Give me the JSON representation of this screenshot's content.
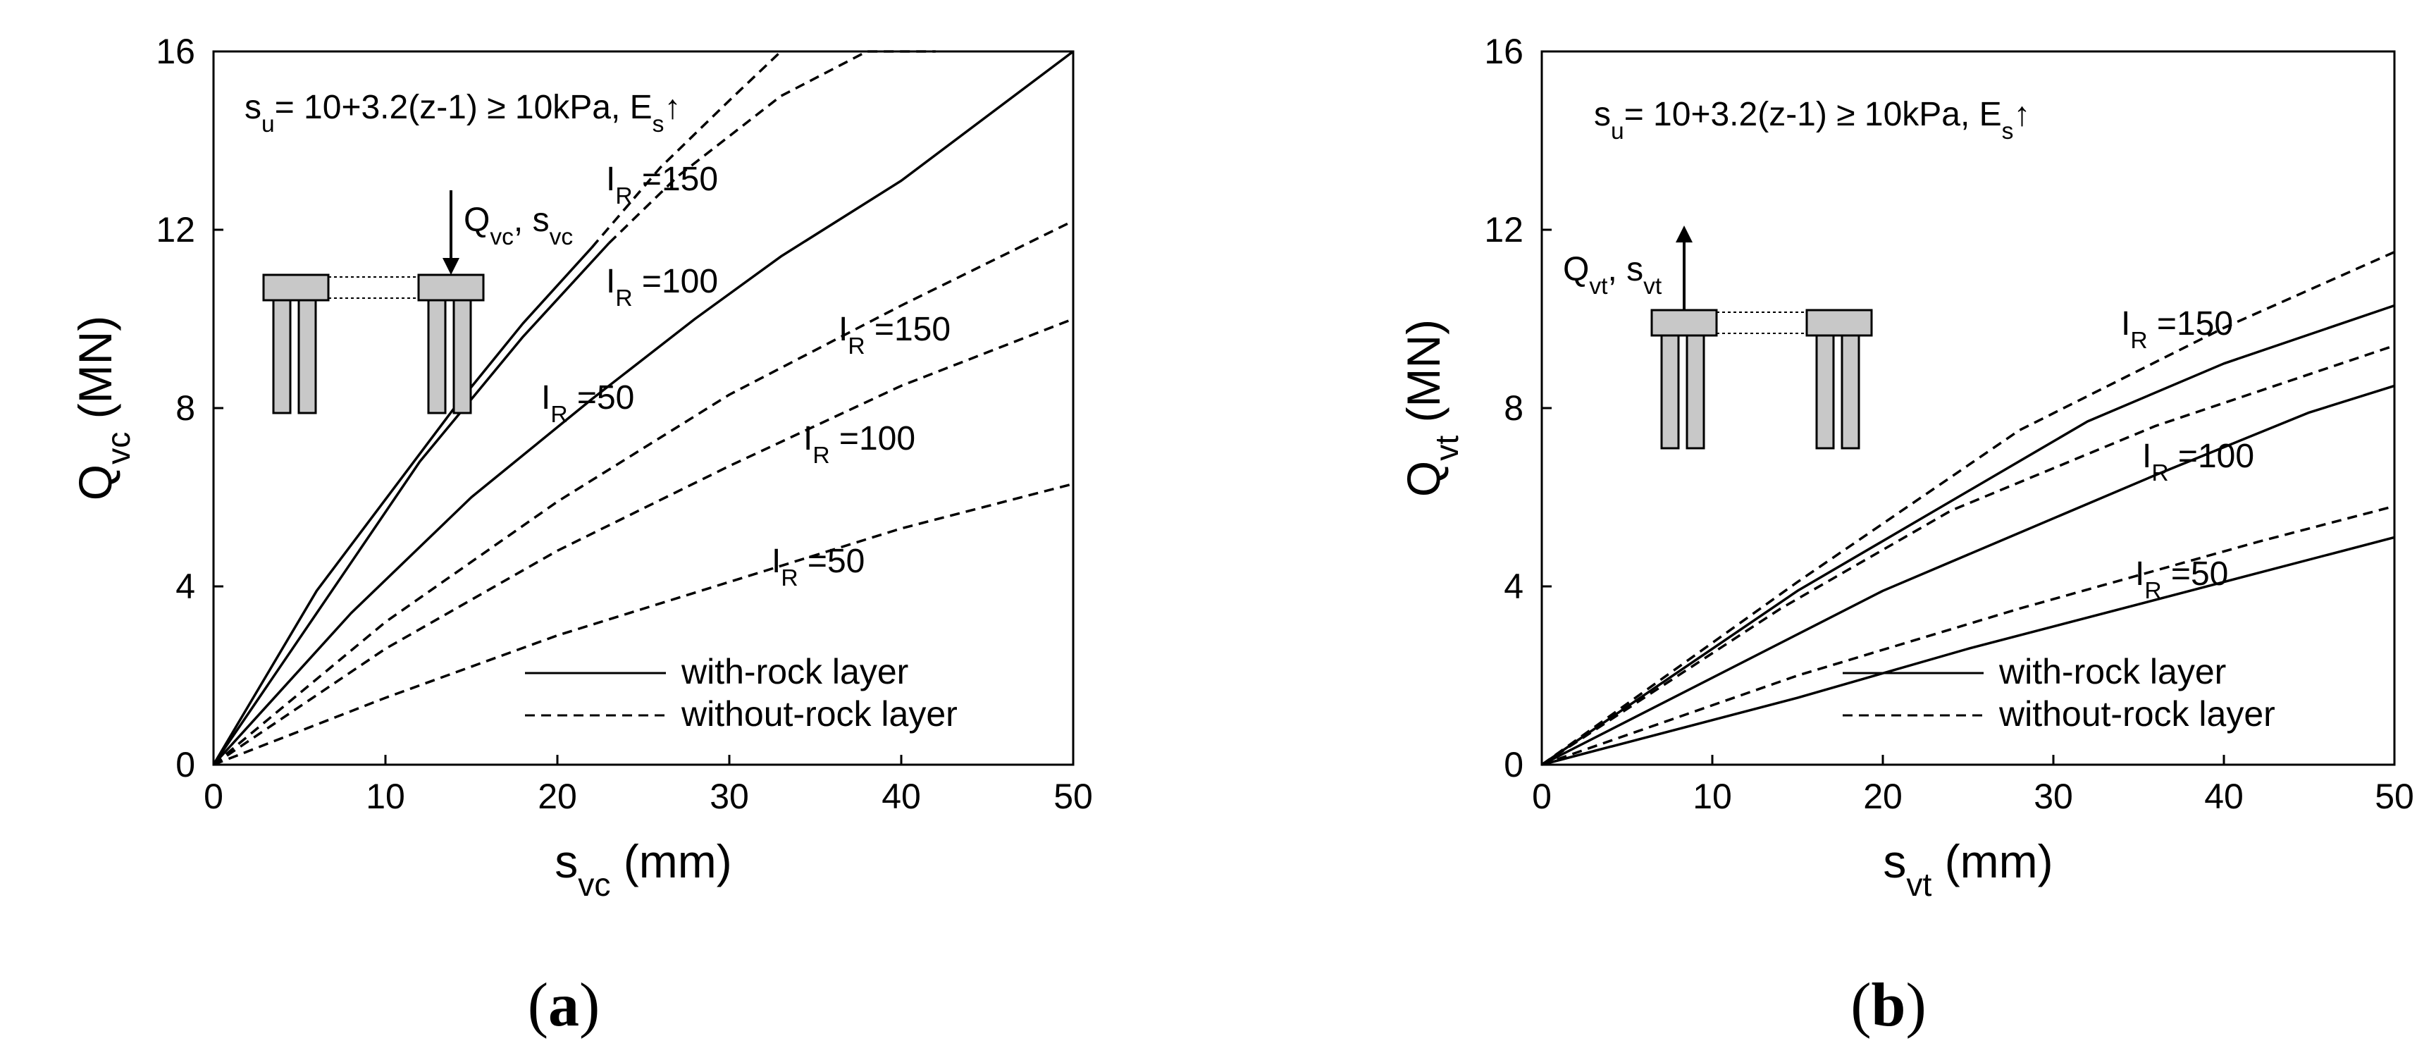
{
  "chart_data": [
    {
      "type": "line",
      "panel_label": "a",
      "annotation": {
        "base": "s",
        "base_sub": "u",
        "mid": "= 10+3.2(z-1) ≥ 10kPa, E",
        "end_sub": "s",
        "arrow": "↑"
      },
      "xlabel": {
        "base": "s",
        "sub": "vc",
        "unit": "(mm)"
      },
      "ylabel": {
        "base": "Q",
        "sub": "vc",
        "unit": "(MN)"
      },
      "xlim": [
        0,
        50
      ],
      "ylim": [
        0,
        16
      ],
      "xticks": [
        "0",
        "10",
        "20",
        "30",
        "40",
        "50"
      ],
      "yticks": [
        "0",
        "4",
        "8",
        "12",
        "16"
      ],
      "grid": false,
      "inset": {
        "force": "Q",
        "force_sub": "vc",
        "disp": "s",
        "disp_sub": "vc",
        "direction": "down"
      },
      "legend": {
        "position": "bottom-right",
        "entries": [
          {
            "label": "with-rock layer",
            "style": "solid"
          },
          {
            "label": "without-rock layer",
            "style": "dashed"
          }
        ]
      },
      "series": [
        {
          "style": "solid",
          "label": {
            "base": "I",
            "sub": "R",
            "val": "=150"
          },
          "x": [
            0,
            6,
            14,
            18,
            22
          ],
          "y": [
            0,
            3.9,
            8.0,
            9.9,
            11.6
          ]
        },
        {
          "style": "dashed",
          "x": [
            22,
            26,
            30,
            33
          ],
          "y": [
            11.6,
            13.4,
            14.9,
            16.0
          ]
        },
        {
          "style": "solid",
          "label": {
            "base": "I",
            "sub": "R",
            "val": "=100"
          },
          "x": [
            0,
            6,
            12,
            18,
            23
          ],
          "y": [
            0,
            3.4,
            6.8,
            9.6,
            11.7
          ]
        },
        {
          "style": "dashed",
          "x": [
            23,
            27,
            33,
            38,
            42
          ],
          "y": [
            11.7,
            13.2,
            15.0,
            16.0,
            16.0
          ]
        },
        {
          "style": "solid",
          "label": {
            "base": "I",
            "sub": "R",
            "val": "=50"
          },
          "x": [
            0,
            8,
            15,
            22,
            28,
            33,
            40,
            50
          ],
          "y": [
            0,
            3.4,
            6.0,
            8.2,
            10.0,
            11.4,
            13.1,
            16.0
          ]
        },
        {
          "style": "dashed",
          "label": {
            "base": "I",
            "sub": "R",
            "val": "=150"
          },
          "x": [
            0,
            10,
            20,
            30,
            40,
            50
          ],
          "y": [
            0,
            3.2,
            5.9,
            8.3,
            10.3,
            12.2
          ]
        },
        {
          "style": "dashed",
          "label": {
            "base": "I",
            "sub": "R",
            "val": "=100"
          },
          "x": [
            0,
            10,
            20,
            30,
            40,
            50
          ],
          "y": [
            0,
            2.6,
            4.8,
            6.7,
            8.5,
            10.0
          ]
        },
        {
          "style": "dashed",
          "label": {
            "base": "I",
            "sub": "R",
            "val": "=50"
          },
          "x": [
            0,
            10,
            20,
            30,
            40,
            50
          ],
          "y": [
            0,
            1.5,
            2.9,
            4.1,
            5.3,
            6.3
          ]
        }
      ]
    },
    {
      "type": "line",
      "panel_label": "b",
      "annotation": {
        "base": "s",
        "base_sub": "u",
        "mid": "= 10+3.2(z-1) ≥ 10kPa, E",
        "end_sub": "s",
        "arrow": "↑"
      },
      "xlabel": {
        "base": "s",
        "sub": "vt",
        "unit": "(mm)"
      },
      "ylabel": {
        "base": "Q",
        "sub": "vt",
        "unit": "(MN)"
      },
      "xlim": [
        0,
        50
      ],
      "ylim": [
        0,
        16
      ],
      "xticks": [
        "0",
        "10",
        "20",
        "30",
        "40",
        "50"
      ],
      "yticks": [
        "0",
        "4",
        "8",
        "12",
        "16"
      ],
      "grid": false,
      "inset": {
        "force": "Q",
        "force_sub": "vt",
        "disp": "s",
        "disp_sub": "vt",
        "direction": "up"
      },
      "legend": {
        "position": "bottom-right",
        "entries": [
          {
            "label": "with-rock layer",
            "style": "solid"
          },
          {
            "label": "without-rock layer",
            "style": "dashed"
          }
        ]
      },
      "series": [
        {
          "style": "solid",
          "label": {
            "base": "I",
            "sub": "R",
            "val": "=150"
          },
          "x": [
            0,
            15,
            32,
            40,
            50
          ],
          "y": [
            0,
            3.9,
            7.7,
            9.0,
            10.3
          ]
        },
        {
          "style": "dashed",
          "x": [
            0,
            15,
            28,
            40,
            50
          ],
          "y": [
            0,
            4.1,
            7.5,
            9.8,
            11.5
          ]
        },
        {
          "style": "solid",
          "label": {
            "base": "I",
            "sub": "R",
            "val": "=100"
          },
          "x": [
            0,
            20,
            36,
            45,
            50
          ],
          "y": [
            0,
            3.9,
            6.5,
            7.9,
            8.5
          ]
        },
        {
          "style": "dashed",
          "x": [
            0,
            14,
            24,
            36,
            50
          ],
          "y": [
            0,
            3.5,
            5.7,
            7.6,
            9.4
          ]
        },
        {
          "style": "solid",
          "label": {
            "base": "I",
            "sub": "R",
            "val": "=50"
          },
          "x": [
            0,
            15,
            25,
            40,
            50
          ],
          "y": [
            0,
            1.5,
            2.6,
            4.1,
            5.1
          ]
        },
        {
          "style": "dashed",
          "x": [
            0,
            15,
            28,
            42,
            50
          ],
          "y": [
            0,
            2.0,
            3.5,
            5.0,
            5.8
          ]
        }
      ]
    }
  ]
}
